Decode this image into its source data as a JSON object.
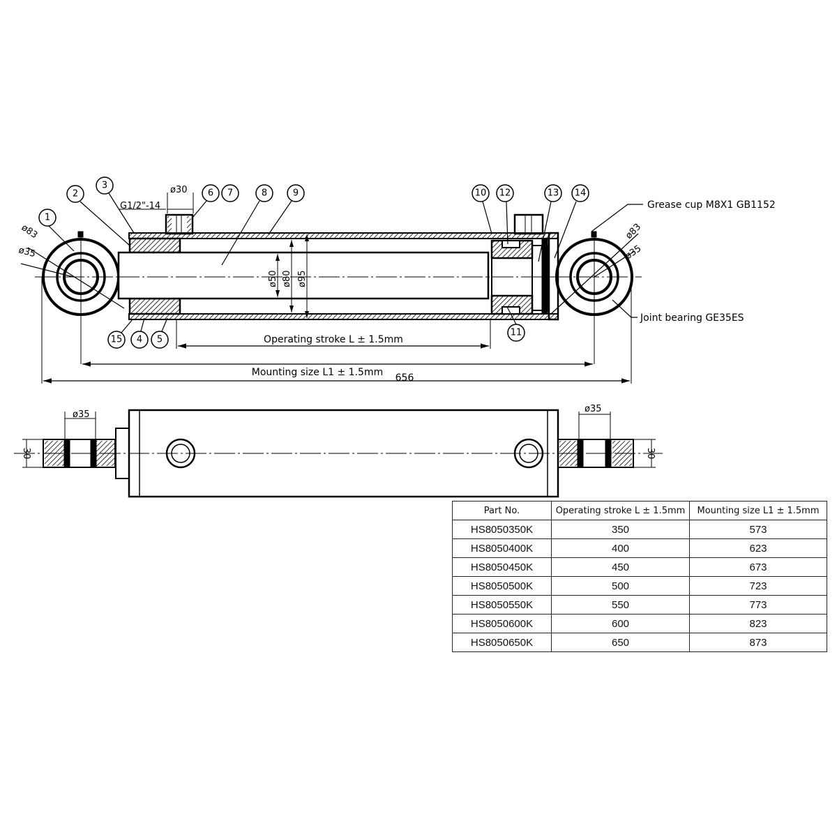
{
  "callouts": [
    "1",
    "2",
    "3",
    "4",
    "5",
    "6",
    "7",
    "8",
    "9",
    "10",
    "11",
    "12",
    "13",
    "14",
    "15"
  ],
  "labels": {
    "thread": "G1/2\"-14",
    "port_dia": "ø30",
    "eye_outer_left": "ø83",
    "eye_inner_left": "ø35",
    "eye_outer_right": "ø83",
    "eye_inner_right": "ø35",
    "rod_dia": "ø50",
    "bore_dia": "ø80",
    "tube_dia": "ø95",
    "grease_cup": "Grease cup M8X1 GB1152",
    "joint_bearing": "Joint bearing GE35ES",
    "operating_stroke": "Operating stroke L ± 1.5mm",
    "mounting_size": "Mounting size L1 ± 1.5mm",
    "overall": "656",
    "side_left_dia": "ø35",
    "side_right_dia": "ø35",
    "side_left_width": "30",
    "side_right_width": "30"
  },
  "table": {
    "headers": [
      "Part No.",
      "Operating stroke L ± 1.5mm",
      "Mounting size L1 ± 1.5mm"
    ],
    "rows": [
      [
        "HS8050350K",
        "350",
        "573"
      ],
      [
        "HS8050400K",
        "400",
        "623"
      ],
      [
        "HS8050450K",
        "450",
        "673"
      ],
      [
        "HS8050500K",
        "500",
        "723"
      ],
      [
        "HS8050550K",
        "550",
        "773"
      ],
      [
        "HS8050600K",
        "600",
        "823"
      ],
      [
        "HS8050650K",
        "650",
        "873"
      ]
    ]
  }
}
